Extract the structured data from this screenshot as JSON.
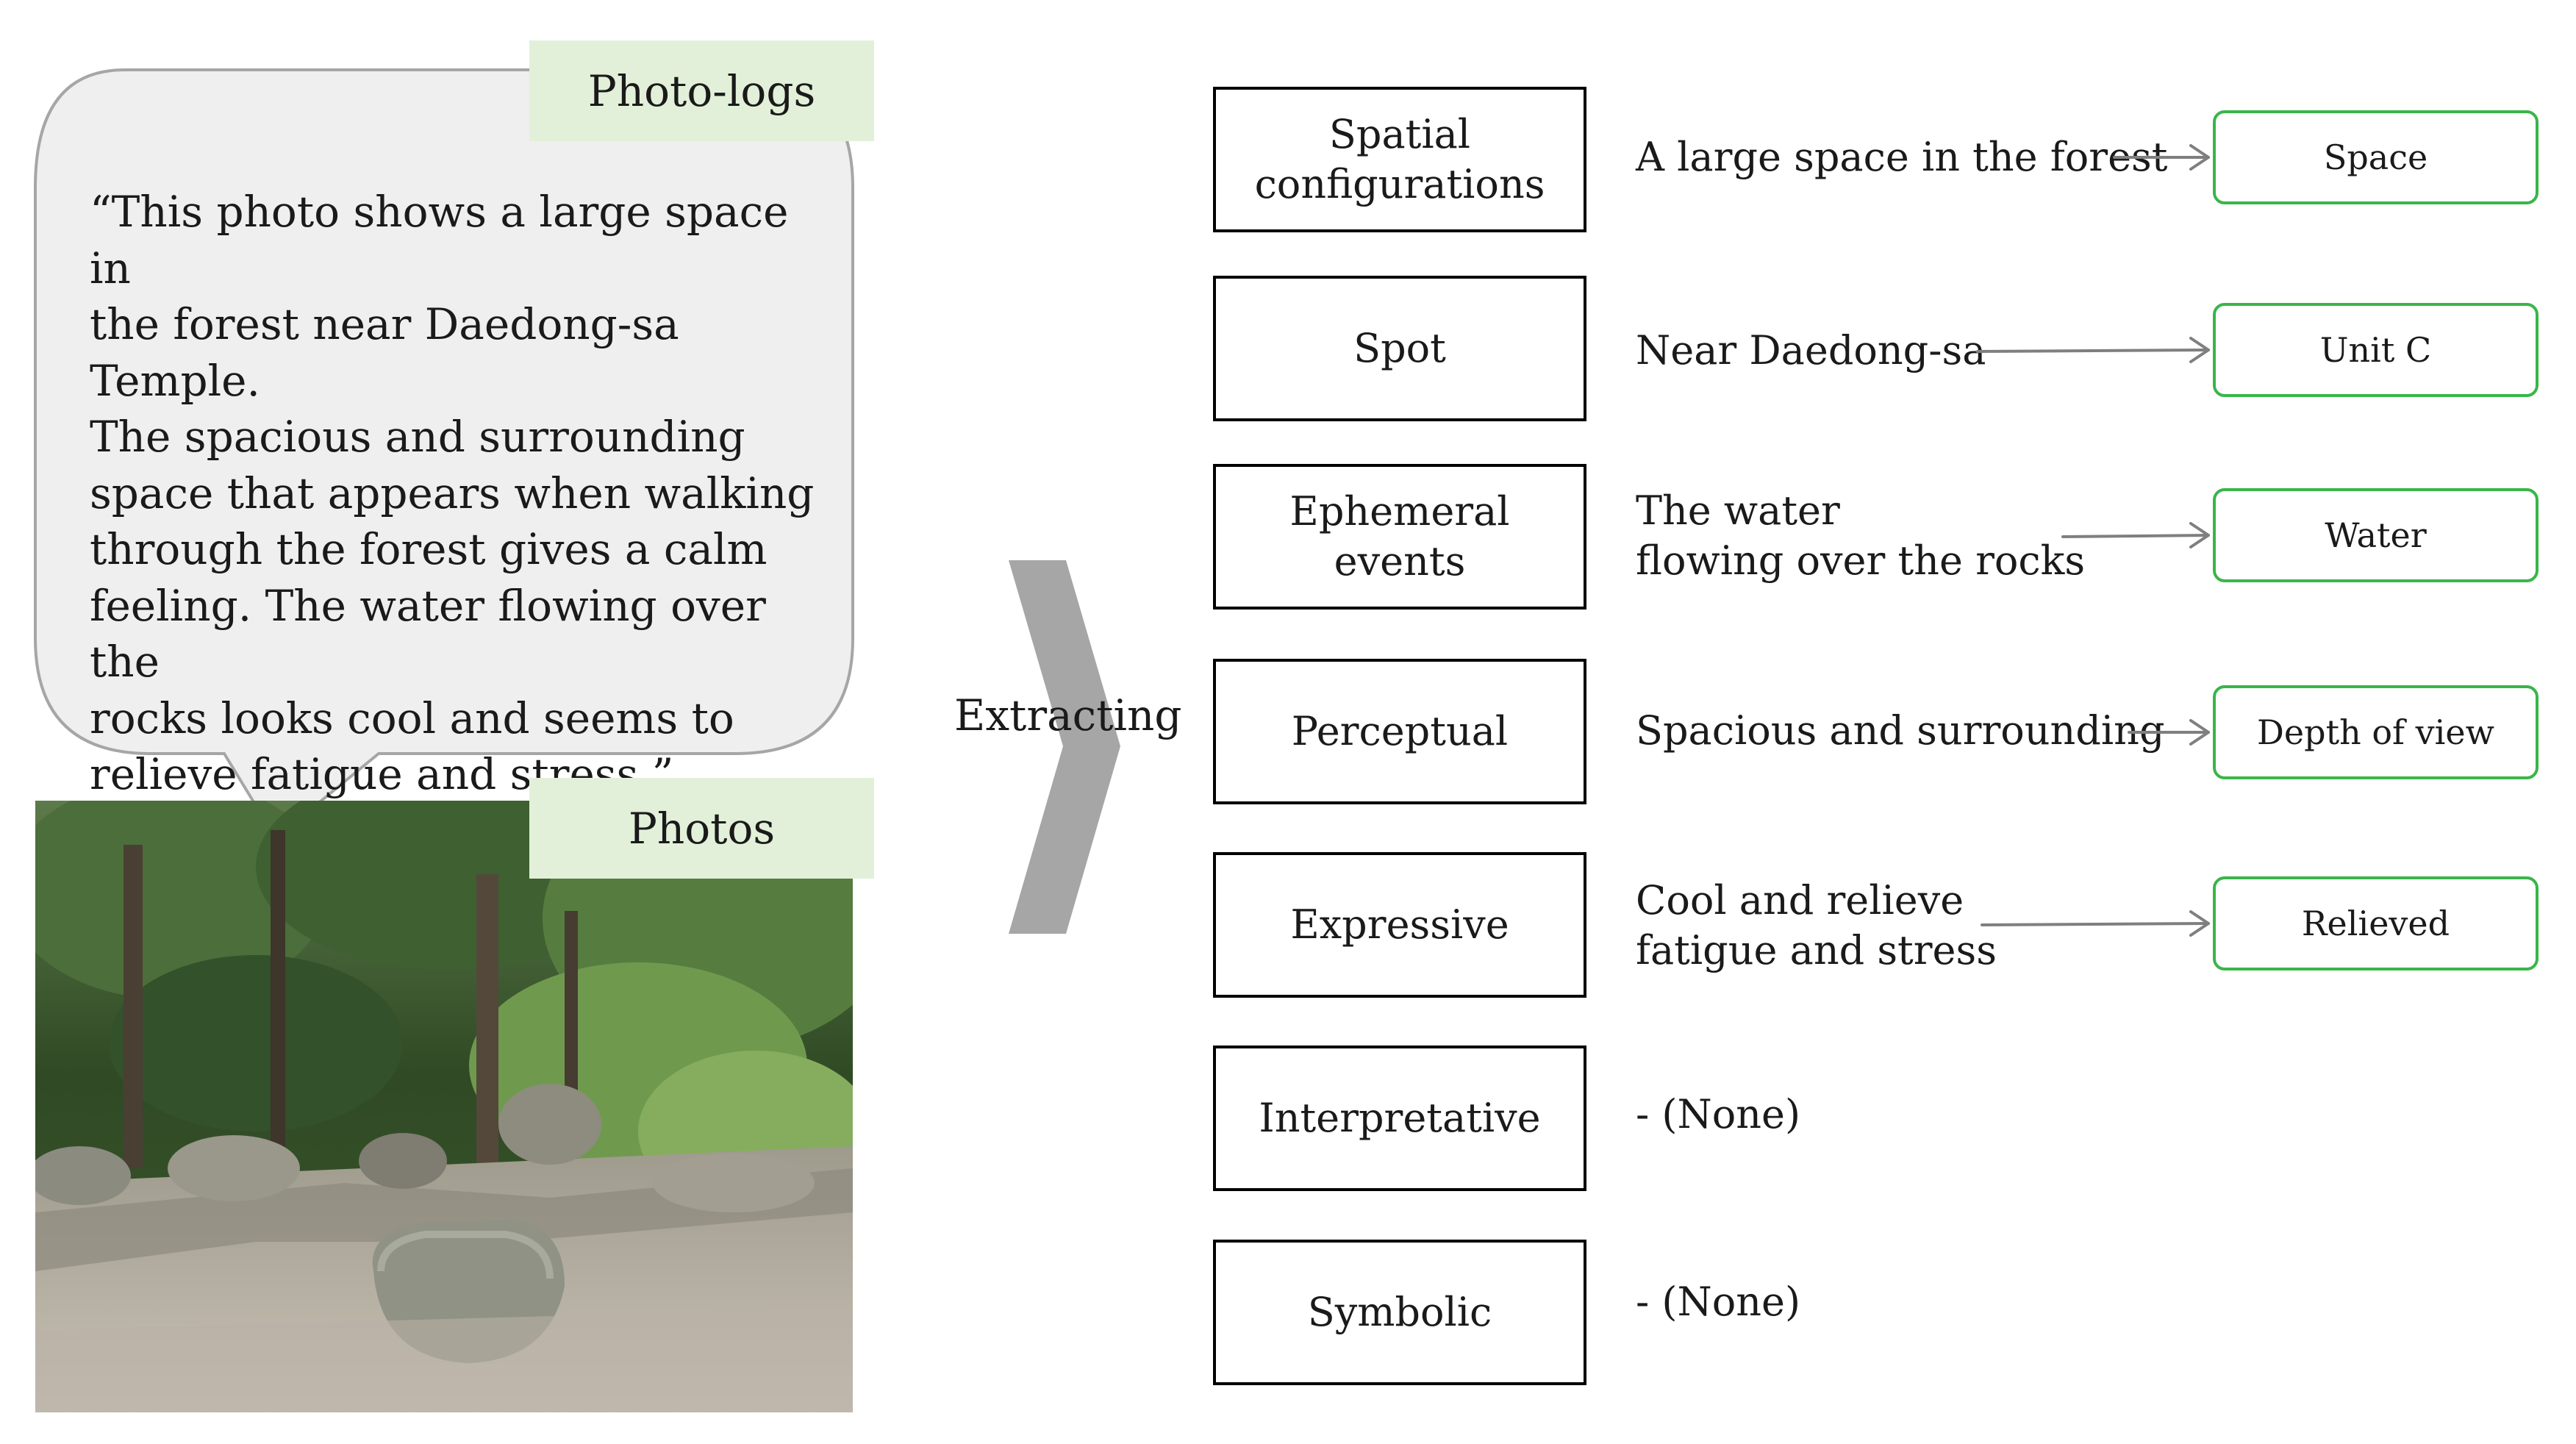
{
  "photo_logs_label": "Photo-logs",
  "photos_label": "Photos",
  "quote": "“This photo shows a large space in\nthe forest near Daedong-sa Temple.\nThe spacious and surrounding\nspace that appears when walking\nthrough the forest gives a calm\nfeeling. The water flowing over the\nrocks looks cool and seems to\nrelieve fatigue and stress.”",
  "extracting_label": "Extracting",
  "rows": [
    {
      "category": "Spatial\nconfigurations",
      "phrase": "A large space in the forest",
      "result": "Space"
    },
    {
      "category": "Spot",
      "phrase": "Near Daedong-sa",
      "result": "Unit C"
    },
    {
      "category": "Ephemeral\nevents",
      "phrase": "The water\nflowing over the rocks",
      "result": "Water"
    },
    {
      "category": "Perceptual",
      "phrase": "Spacious and surrounding",
      "result": "Depth of view"
    },
    {
      "category": "Expressive",
      "phrase": "Cool and relieve\nfatigue and stress",
      "result": "Relieved"
    },
    {
      "category": "Interpretative",
      "phrase": "- (None)",
      "result": ""
    },
    {
      "category": "Symbolic",
      "phrase": "- (None)",
      "result": ""
    }
  ],
  "colors": {
    "tag_fill": "#e2f0d9",
    "bubble_fill": "#efefef",
    "bubble_stroke": "#a6a6a6",
    "result_border": "#3ab54a",
    "chevron": "#a6a6a6",
    "arrow": "#7f7f7f"
  }
}
